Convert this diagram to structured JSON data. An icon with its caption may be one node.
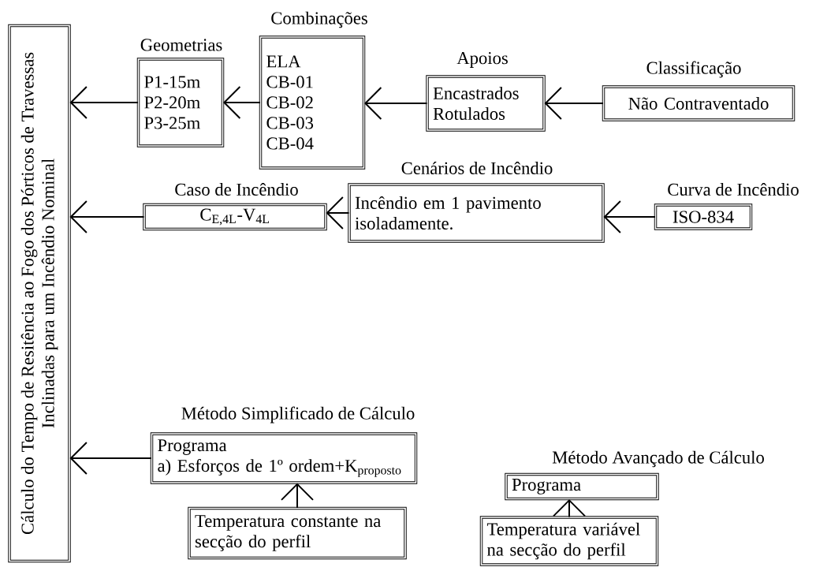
{
  "diagram": {
    "nodes": [
      {
        "text": [
          "Cálculo do Tempo de Resitência ao Fogo dos Pórticos de Travessas Inclinadas para um Incêndio Nominal"
        ]
      },
      {
        "text": [
          "Geometrias",
          "P1-15m",
          "P2-20m",
          "P3-25m"
        ]
      },
      {
        "text": [
          "Combinações",
          "ELA",
          "CB-01",
          "CB-02",
          "CB-03",
          "CB-04"
        ]
      },
      {
        "text": [
          "Apoios",
          "Encastrados",
          "Rotulados"
        ]
      },
      {
        "text": [
          "Classificação",
          "Não Contraventado"
        ]
      },
      {
        "text": [
          "Caso de Incêndio",
          "C$_{E,4L}$-V$_{4L}$"
        ]
      },
      {
        "text": [
          "Cenários de Incêndio",
          "Incêndio em 1 pavimento isoladamente."
        ]
      },
      {
        "text": [
          "Curva de Incêndio",
          "ISO-834"
        ]
      },
      {
        "text": [
          "Método Simplificado de Cálculo",
          "Programa",
          "a) Esforços de 1º ordem+K$_{proposto}$"
        ]
      },
      {
        "text": [
          "Temperatura constante na secção do perfil"
        ]
      },
      {
        "text": [
          "Método Avançado de Cálculo",
          "Programa"
        ]
      },
      {
        "text": [
          "Temperatura variável na secção do perfil"
        ]
      }
    ],
    "edges": [
      {
        "from": 1,
        "to": 0,
        "arrow": "to"
      },
      {
        "from": 2,
        "to": 1,
        "arrow": "to"
      },
      {
        "from": 3,
        "to": 2,
        "arrow": "to"
      },
      {
        "from": 4,
        "to": 3,
        "arrow": "to"
      },
      {
        "from": 5,
        "to": 0,
        "arrow": "to"
      },
      {
        "from": 6,
        "to": 5,
        "arrow": "to"
      },
      {
        "from": 7,
        "to": 6,
        "arrow": "to"
      },
      {
        "from": 8,
        "to": 0,
        "arrow": "to"
      },
      {
        "from": 9,
        "to": 8,
        "arrow": "to"
      },
      {
        "from": 11,
        "to": 10,
        "arrow": "to"
      }
    ]
  }
}
